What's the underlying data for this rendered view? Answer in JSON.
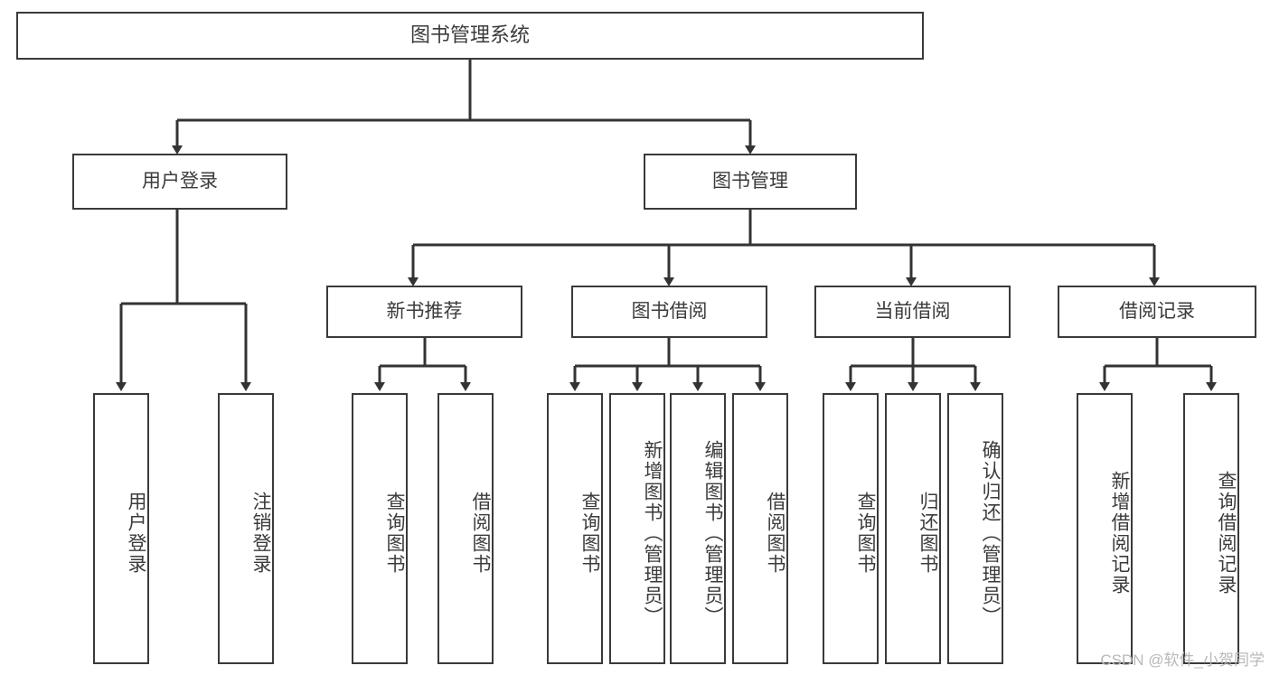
{
  "diagram": {
    "title": "图书管理系统",
    "type": "hierarchy-tree",
    "levels": 4,
    "root": {
      "id": "root",
      "label": "图书管理系统",
      "orientation": "horizontal"
    },
    "level2": [
      {
        "id": "user-login",
        "label": "用户登录",
        "orientation": "horizontal"
      },
      {
        "id": "book-management",
        "label": "图书管理",
        "orientation": "horizontal"
      }
    ],
    "level3": [
      {
        "id": "new-book-recommend",
        "label": "新书推荐",
        "orientation": "horizontal",
        "parent": "book-management"
      },
      {
        "id": "book-borrow",
        "label": "图书借阅",
        "orientation": "horizontal",
        "parent": "book-management"
      },
      {
        "id": "current-borrow",
        "label": "当前借阅",
        "orientation": "horizontal",
        "parent": "book-management"
      },
      {
        "id": "borrow-record",
        "label": "借阅记录",
        "orientation": "horizontal",
        "parent": "book-management"
      }
    ],
    "leaves": [
      {
        "id": "leaf-user-login",
        "label": "用户登录",
        "orientation": "vertical",
        "parent": "user-login"
      },
      {
        "id": "leaf-logout-login",
        "label": "注销登录",
        "orientation": "vertical",
        "parent": "user-login"
      },
      {
        "id": "leaf-query-book-1",
        "label": "查询图书",
        "orientation": "vertical",
        "parent": "new-book-recommend"
      },
      {
        "id": "leaf-borrow-book-1",
        "label": "借阅图书",
        "orientation": "vertical",
        "parent": "new-book-recommend"
      },
      {
        "id": "leaf-query-book-2",
        "label": "查询图书",
        "orientation": "vertical",
        "parent": "book-borrow"
      },
      {
        "id": "leaf-add-book-admin",
        "label": "新增图书（管理员）",
        "orientation": "vertical",
        "parent": "book-borrow"
      },
      {
        "id": "leaf-edit-book-admin",
        "label": "编辑图书（管理员）",
        "orientation": "vertical",
        "parent": "book-borrow"
      },
      {
        "id": "leaf-borrow-book-2",
        "label": "借阅图书",
        "orientation": "vertical",
        "parent": "book-borrow"
      },
      {
        "id": "leaf-query-book-3",
        "label": "查询图书",
        "orientation": "vertical",
        "parent": "current-borrow"
      },
      {
        "id": "leaf-return-book",
        "label": "归还图书",
        "orientation": "vertical",
        "parent": "current-borrow"
      },
      {
        "id": "leaf-confirm-return-admin",
        "label": "确认归还（管理员）",
        "orientation": "vertical",
        "parent": "current-borrow"
      },
      {
        "id": "leaf-add-borrow-record",
        "label": "新增借阅记录",
        "orientation": "vertical",
        "parent": "borrow-record"
      },
      {
        "id": "leaf-query-borrow-record",
        "label": "查询借阅记录",
        "orientation": "vertical",
        "parent": "borrow-record"
      }
    ],
    "colors": {
      "box_border": "#3a3a3a",
      "box_fill": "#ffffff",
      "connector": "#333333",
      "text": "#3b3b3b",
      "background": "#ffffff",
      "watermark": "#b8b8b8"
    }
  },
  "watermark": {
    "text": "CSDN @软件_小贺同学"
  }
}
